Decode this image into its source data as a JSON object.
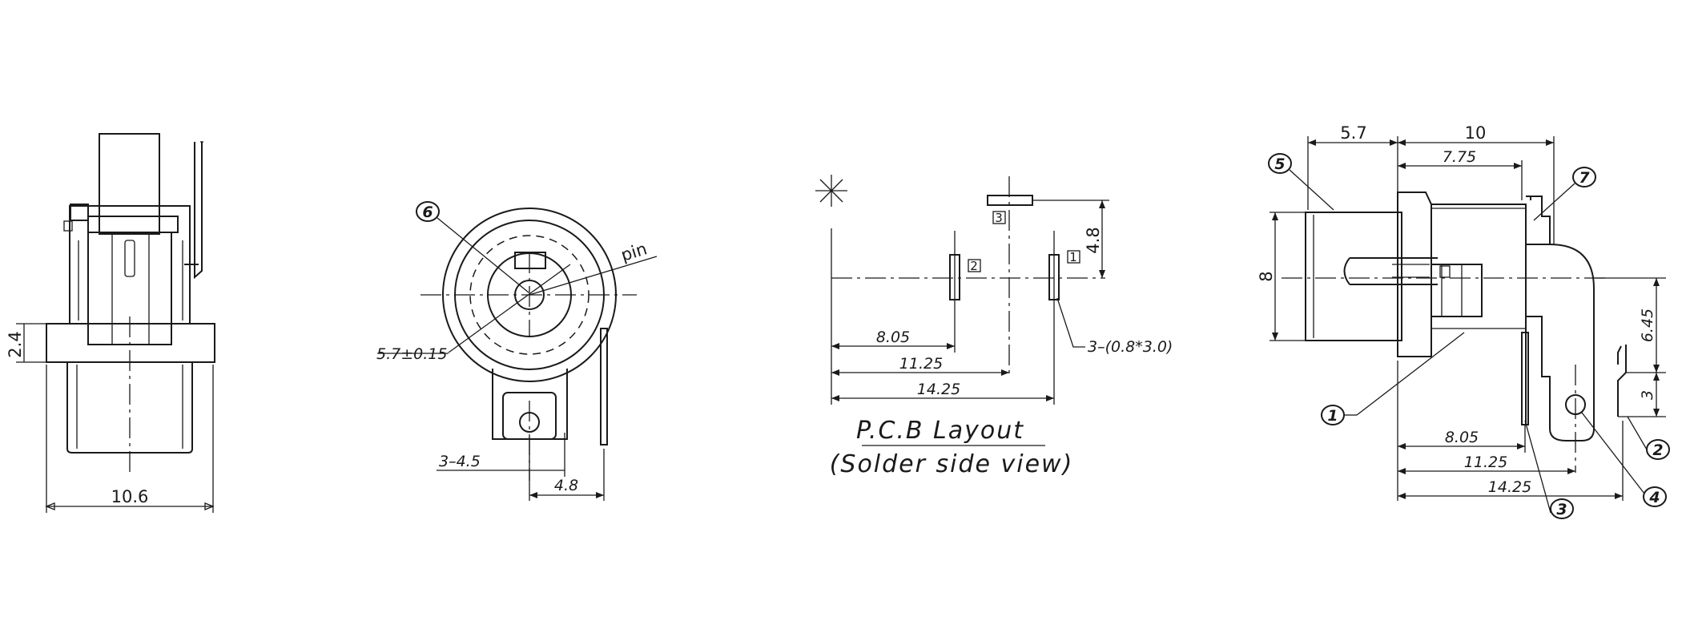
{
  "front_view": {
    "dim_width": "10.6",
    "dim_flange": "2.4"
  },
  "top_view": {
    "dim_diameter": "5.7±0.15",
    "label_pin": "pin",
    "dim_hole": "3–4.5",
    "dim_offset": "4.8",
    "balloon_6": "6"
  },
  "pcb_layout": {
    "dim_1": "8.05",
    "dim_2": "11.25",
    "dim_3": "14.25",
    "dim_height": "4.8",
    "dim_pads": "3–(0.8*3.0)",
    "pad_1": "1",
    "pad_2": "2",
    "pad_3": "3",
    "title": "P.C.B Layout",
    "subtitle": "(Solder side view)"
  },
  "side_view": {
    "dim_a": "5.7",
    "dim_b": "10",
    "dim_c": "7.75",
    "dim_height": "8",
    "dim_pin_height": "6.45",
    "dim_pin_tail": "3",
    "dim_1": "8.05",
    "dim_2": "11.25",
    "dim_3": "14.25",
    "balloons": [
      "1",
      "2",
      "3",
      "4",
      "5",
      "7"
    ]
  }
}
